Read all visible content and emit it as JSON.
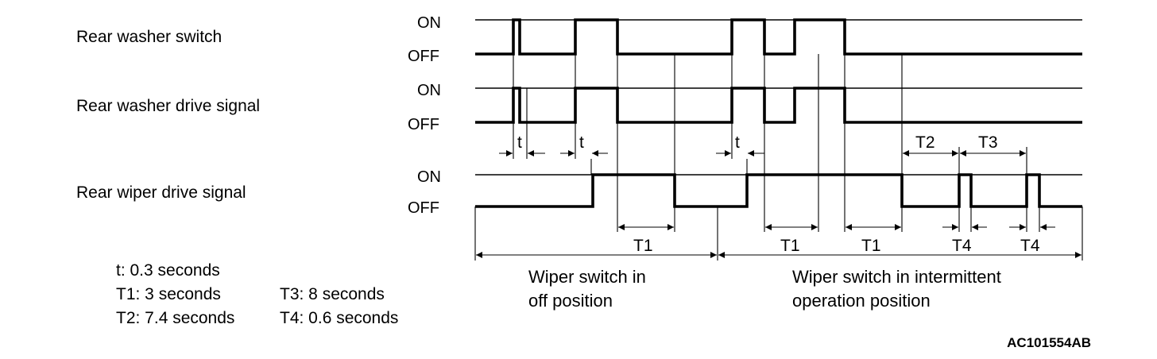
{
  "signals": [
    {
      "name": "Rear washer switch",
      "on_label": "ON",
      "off_label": "OFF"
    },
    {
      "name": "Rear washer drive signal",
      "on_label": "ON",
      "off_label": "OFF"
    },
    {
      "name": "Rear wiper drive signal",
      "on_label": "ON",
      "off_label": "OFF"
    }
  ],
  "intervals": {
    "t": "t",
    "T1": "T1",
    "T2": "T2",
    "T3": "T3",
    "T4": "T4"
  },
  "legend": {
    "t": "t: 0.3 seconds",
    "T1": "T1: 3 seconds",
    "T2": "T2: 7.4 seconds",
    "T3": "T3: 8 seconds",
    "T4": "T4: 0.6 seconds"
  },
  "modes": {
    "off_line1": "Wiper switch in",
    "off_line2": "off position",
    "int_line1": "Wiper switch in intermittent",
    "int_line2": "operation position"
  },
  "figure_code": "AC101554AB"
}
